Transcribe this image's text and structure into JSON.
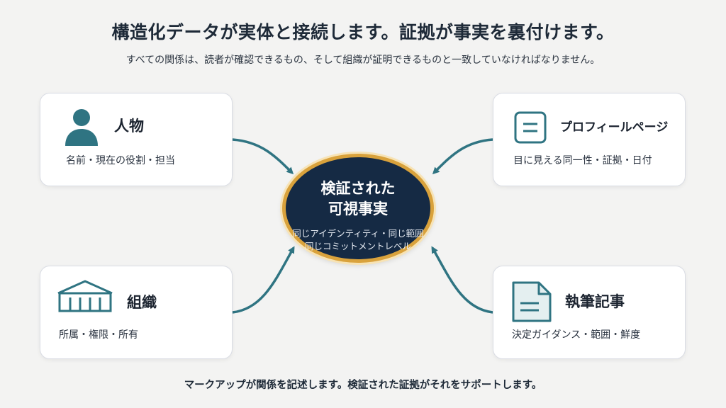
{
  "header": {
    "title": "構造化データが実体と接続します。証拠が事実を裏付けます。",
    "subtitle": "すべての関係は、読者が確認できるもの、そして組織が証明できるものと一致していなければなりません。"
  },
  "hub": {
    "title_line1": "検証された",
    "title_line2": "可視事実",
    "sub_line1": "同じアイデンティティ・同じ範囲",
    "sub_line2": "同じコミットメントレベル"
  },
  "cards": {
    "person": {
      "label": "人物",
      "desc": "名前・現在の役割・担当",
      "icon": "person-icon"
    },
    "organization": {
      "label": "組織",
      "desc": "所属・権限・所有",
      "icon": "building-icon"
    },
    "profile": {
      "label": "プロフィールページ",
      "desc": "目に見える同一性・証拠・日付",
      "icon": "profile-page-icon"
    },
    "article": {
      "label": "執筆記事",
      "desc": "決定ガイダンス・範囲・鮮度",
      "icon": "document-icon"
    }
  },
  "footer": {
    "text": "マークアップが関係を記述します。検証された証拠がそれをサポートします。"
  },
  "colors": {
    "teal": "#2f7482",
    "hub_fill": "#152a44",
    "hub_border": "#d9a23c",
    "background": "#f3f3f2"
  }
}
